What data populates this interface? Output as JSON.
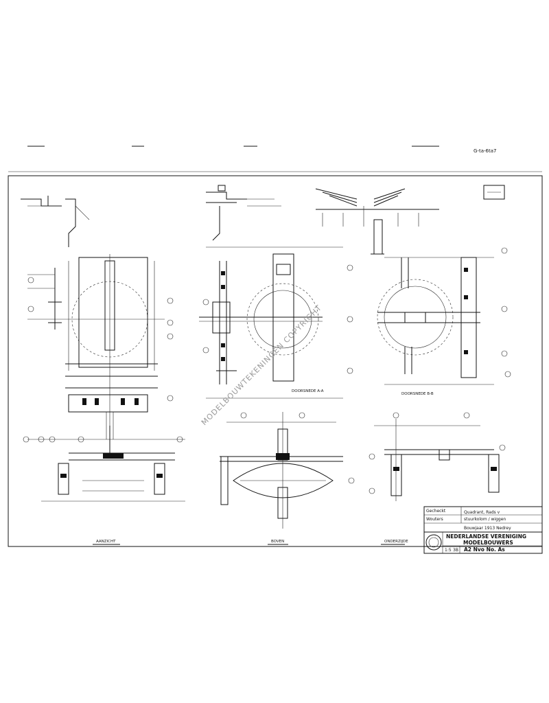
{
  "header": {
    "drawing_code": "G-ta-6ta7"
  },
  "title_block": {
    "subject_line_1": "Quadrant, Rads v",
    "subject_line_2": "stuurkolom / wiggen",
    "organisation_line_1": "NEDERLANDSE VERENIGING",
    "organisation_line_2": "MODELBOUWERS",
    "sheet_label": "A2 Nvo No. As",
    "scale": "1:5",
    "drawn_by": "Wouters",
    "check_field": "Gecheckt",
    "material_note": "Bouwjaar 1913 Nedrey",
    "sheet_number": "3B"
  },
  "watermark": {
    "text": "MODELBOUWTEKENINGEN COPYRIGHT"
  },
  "views": [
    {
      "id": "front-view",
      "label": ""
    },
    {
      "id": "section-view",
      "label": "DOORSNEDE A-A"
    },
    {
      "id": "side-view",
      "label": "DOORSNEDE B-B"
    },
    {
      "id": "lower-left",
      "label": "AANZICHT"
    },
    {
      "id": "lower-center",
      "label": "BOVEN"
    },
    {
      "id": "lower-right",
      "label": "ONDERZIJDE"
    }
  ],
  "colors": {
    "ink": "#111111",
    "paper": "#ffffff",
    "watermark": "#9a9a9a"
  }
}
